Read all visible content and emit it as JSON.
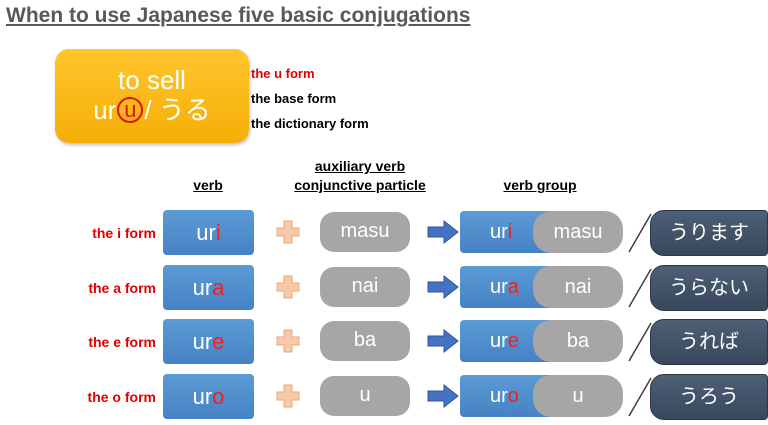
{
  "title": "When to use Japanese five basic conjugations",
  "verb_card": {
    "meaning": "to sell",
    "stem": "ur",
    "ending": "u",
    "kana": "/ うる"
  },
  "form_names": [
    "the u form",
    "the base form",
    "the dictionary form"
  ],
  "headers": {
    "verb": "verb",
    "aux_line1": "auxiliary verb",
    "aux_line2": "conjunctive particle",
    "group": "verb group"
  },
  "rows": [
    {
      "label": "the i form",
      "stem": "ur",
      "ending": "i",
      "aux": "masu",
      "result": "うります"
    },
    {
      "label": "the a form",
      "stem": "ur",
      "ending": "a",
      "aux": "nai",
      "result": "うらない"
    },
    {
      "label": "the e form",
      "stem": "ur",
      "ending": "e",
      "aux": "ba",
      "result": "うれば"
    },
    {
      "label": "the o form",
      "stem": "ur",
      "ending": "o",
      "aux": "u",
      "result": "うろう"
    }
  ],
  "colors": {
    "title": "#595959",
    "card": "#f5ae06",
    "verb_box": "#4a86c8",
    "aux_pill": "#a6a6a6",
    "result_box": "#44546a",
    "plus": "#f7c9a6",
    "arrow": "#4472c4",
    "ending": "#ff0000",
    "label": "#e00000"
  },
  "icons": {
    "plus": "plus-icon",
    "arrow": "right-arrow-icon",
    "slash": "slash-divider"
  }
}
